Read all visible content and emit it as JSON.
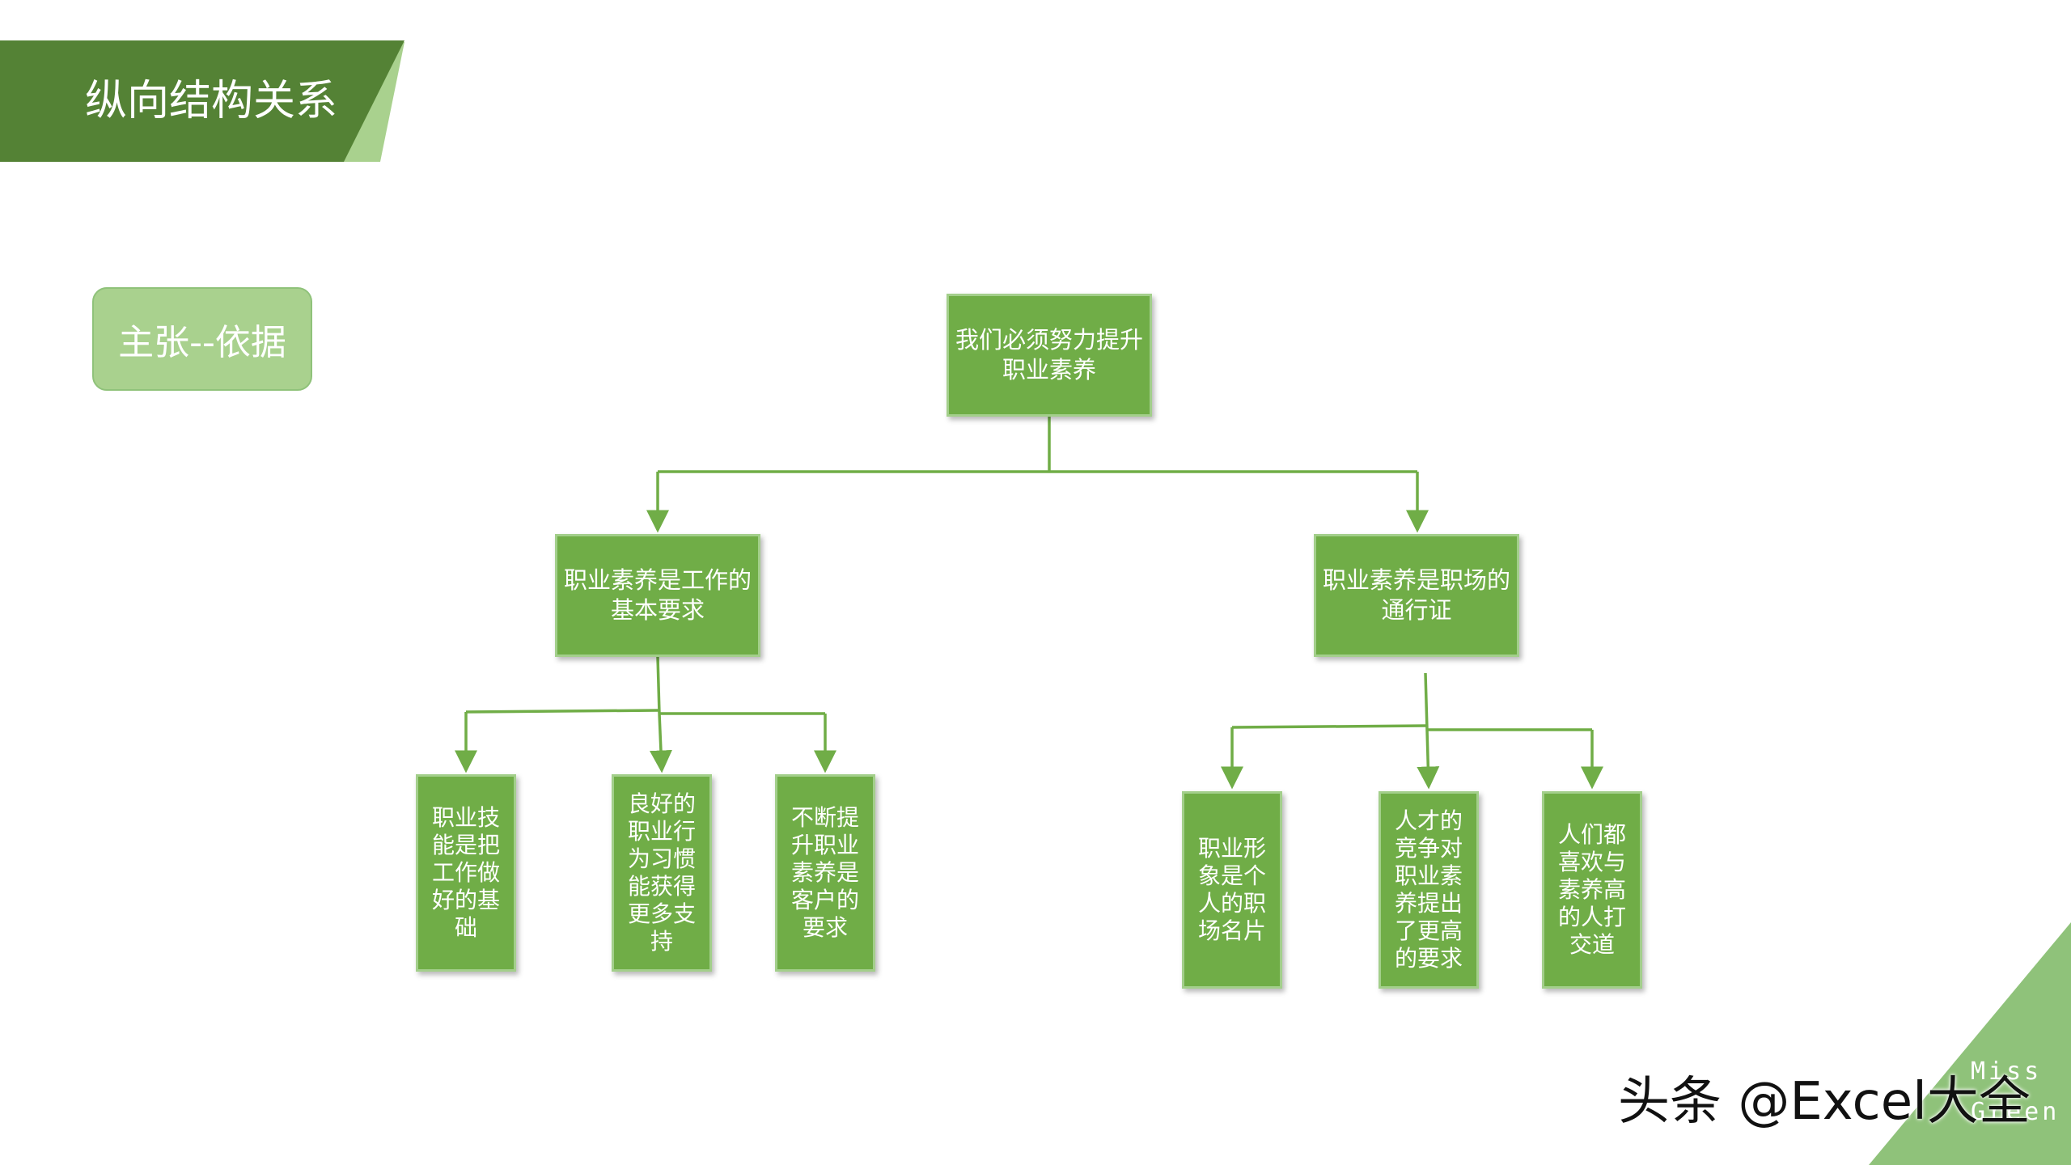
{
  "slide": {
    "title": "纵向结构关系",
    "tag": "主张--依据"
  },
  "diagram": {
    "root": "我们必须努力提升\n职业素养",
    "left_branch": {
      "label": "职业素养是工作的\n基本要求",
      "children": [
        "职业技\n能是把\n工作做\n好的基\n础",
        "良好的\n职业行\n为习惯\n能获得\n更多支\n持",
        "不断提\n升职业\n素养是\n客户的\n要求"
      ]
    },
    "right_branch": {
      "label": "职业素养是职场的\n通行证",
      "children": [
        "职业形\n象是个\n人的职\n场名片",
        "人才的\n竞争对\n职业素\n养提出\n了更高\n的要求",
        "人们都\n喜欢与\n素养高\n的人打\n交道"
      ]
    }
  },
  "corner": {
    "text": "Miss\nGreen"
  },
  "watermark": "头条 @Excel大全",
  "colors": {
    "banner_dark": "#548235",
    "banner_light": "#a9d18e",
    "node_fill": "#70ad47",
    "node_border": "#a3cf8b",
    "connector": "#70ad47",
    "tag_fill": "#a9d18e"
  }
}
